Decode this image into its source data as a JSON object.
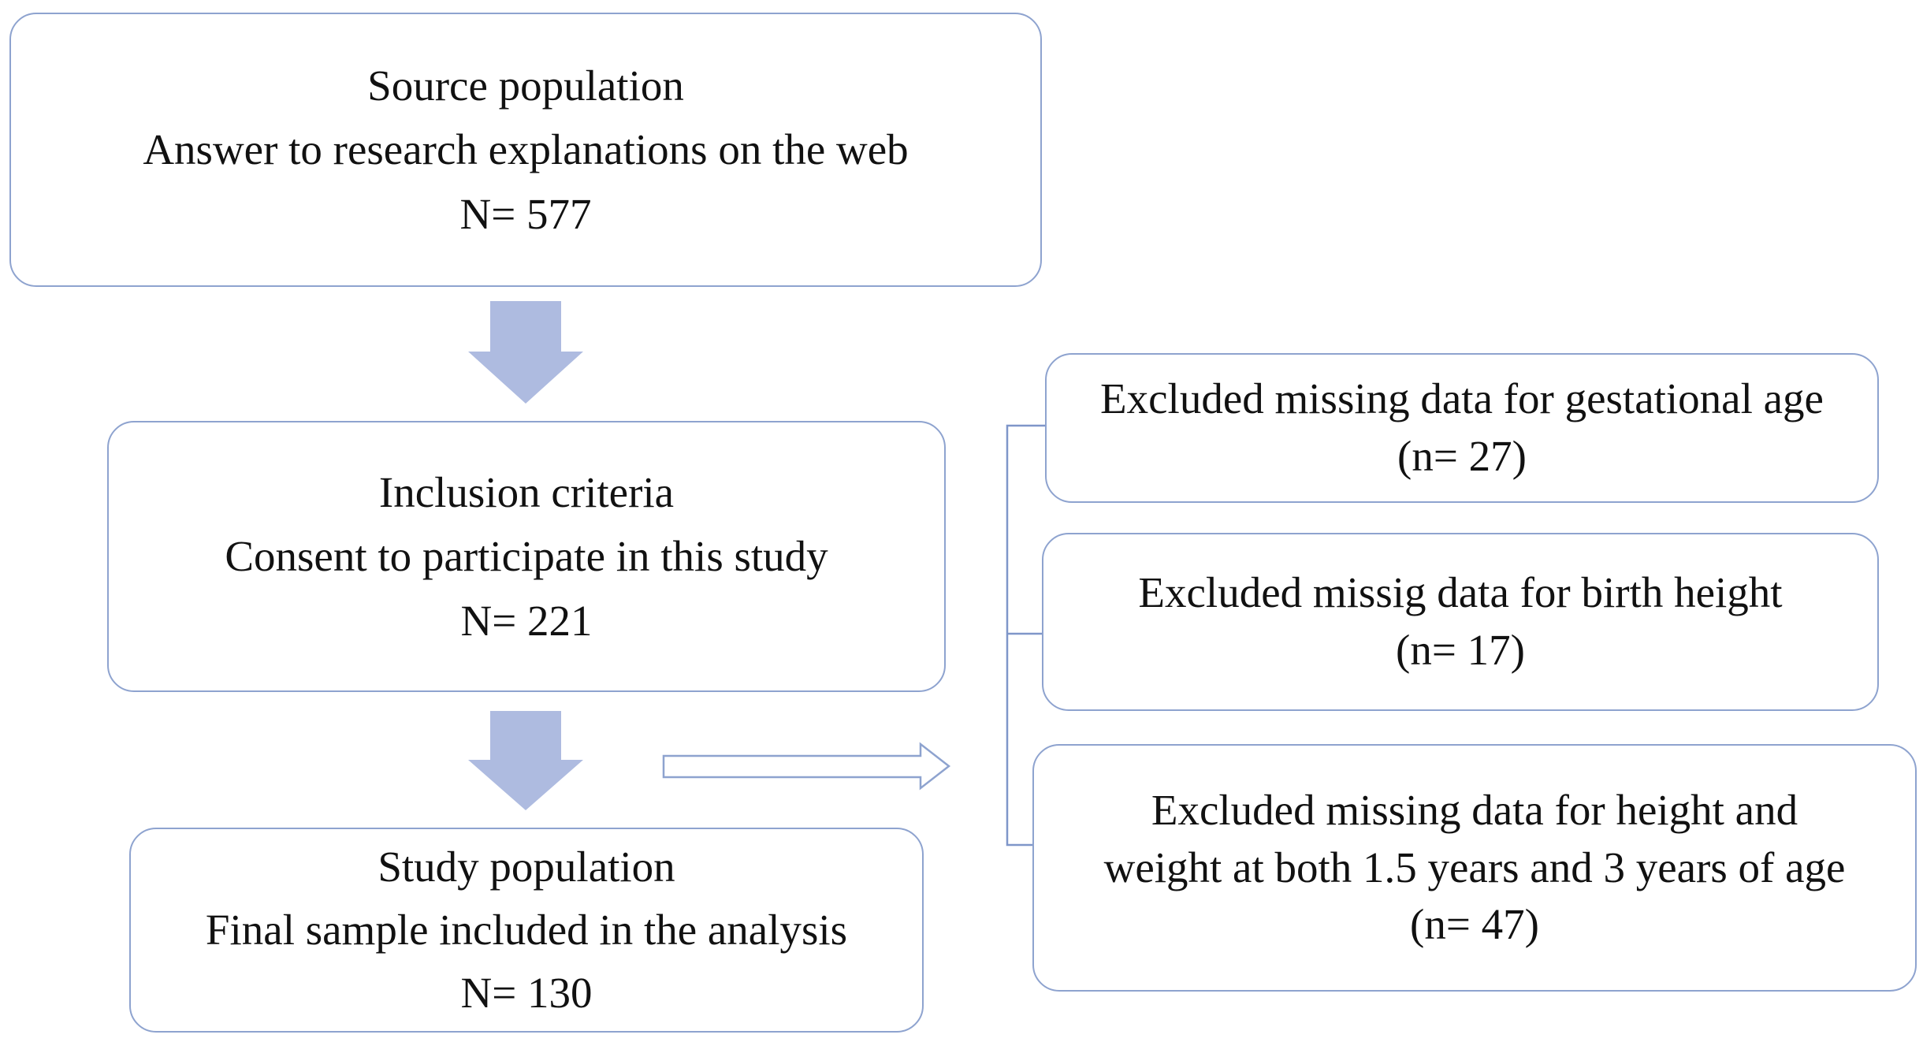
{
  "source": {
    "title": "Source population",
    "description": "Answer to research explanations on the web",
    "count": "N= 577"
  },
  "inclusion": {
    "title": "Inclusion criteria",
    "description": "Consent to participate in this study",
    "count": "N= 221"
  },
  "study": {
    "title": "Study population",
    "description": "Final sample included in the analysis",
    "count": "N= 130"
  },
  "exclusions": [
    {
      "lines": [
        "Excluded missing data for gestational age"
      ],
      "count": "(n= 27)"
    },
    {
      "lines": [
        "Excluded missig data for birth height"
      ],
      "count": "(n= 17)"
    },
    {
      "lines": [
        "Excluded missing data for height and",
        "weight at both 1.5 years and 3 years of age"
      ],
      "count": "(n= 47)"
    }
  ],
  "colors": {
    "border": "#8ea3cf",
    "arrow_fill": "#aebbe0",
    "bracket": "#7f96c9",
    "text": "#111111"
  }
}
